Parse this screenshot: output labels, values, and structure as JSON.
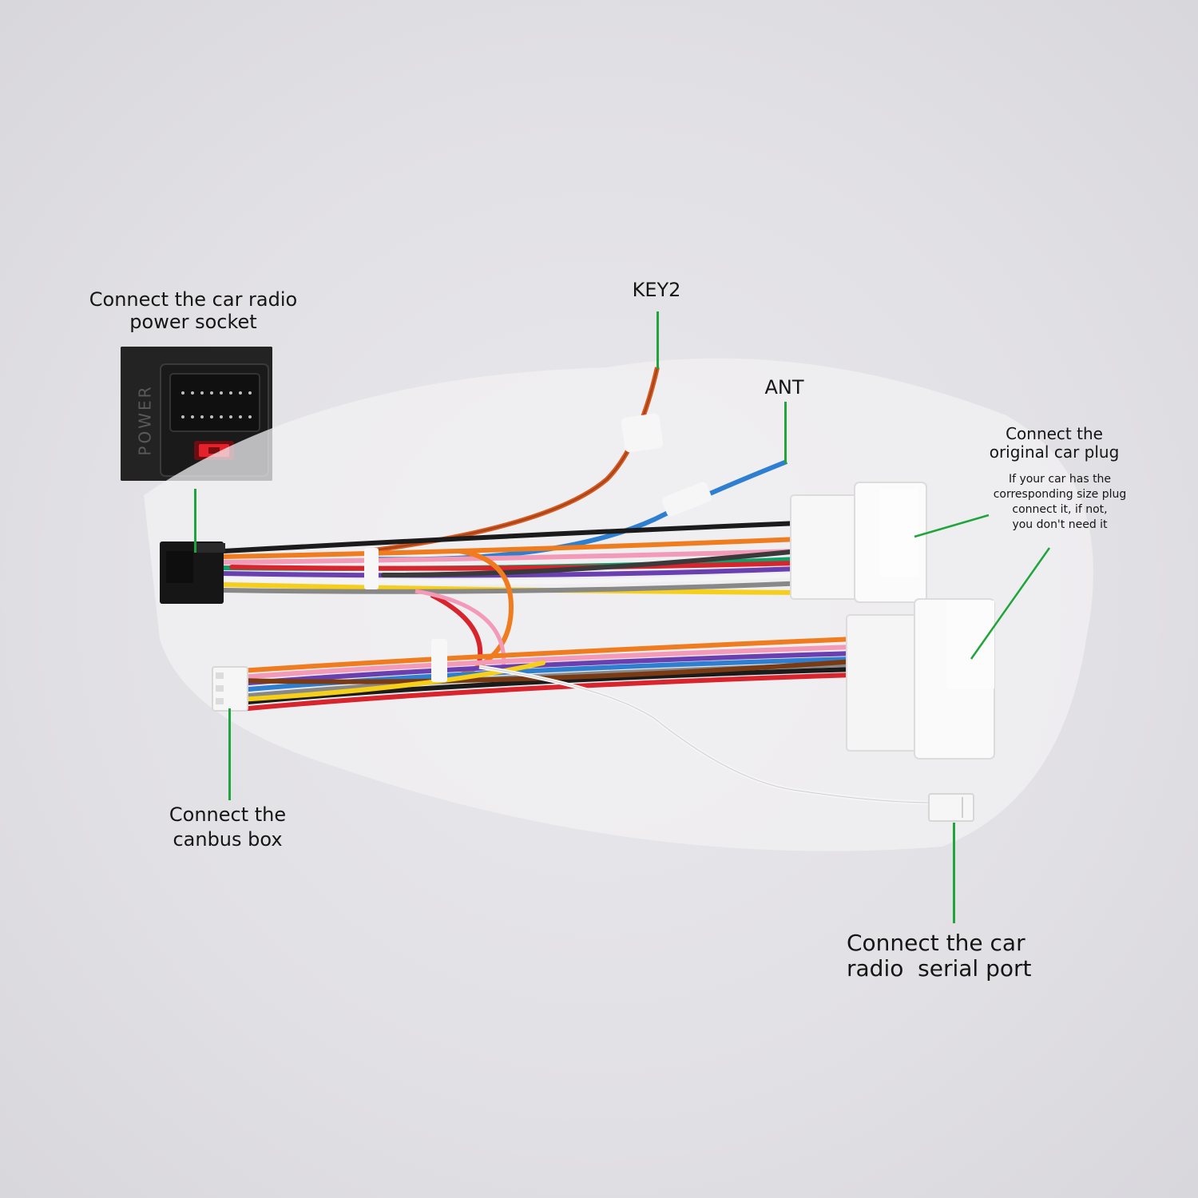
{
  "labels": {
    "power_socket": [
      "Connect the car radio",
      "power socket"
    ],
    "key2": "KEY2",
    "ant": "ANT",
    "original_plug": [
      "Connect the",
      "original car plug"
    ],
    "original_plug_note": [
      "If your car has the",
      "corresponding size plug",
      "connect it, if not,",
      "you don't need it"
    ],
    "canbus": [
      "Connect the",
      "canbus box"
    ],
    "serial_port": [
      "Connect the car",
      "radio  serial port"
    ]
  },
  "inset": {
    "socket_marking": "POWER"
  },
  "colors": {
    "leader_line": "#1fa53b",
    "background": "#e3e2e6",
    "wire_orange": "#ef7d1f",
    "wire_blue": "#2f7fd0",
    "wire_red": "#d8242c",
    "wire_green": "#12a06a",
    "wire_purple": "#6a3fb0",
    "wire_yellow": "#f5cf19",
    "wire_black": "#1b1b1b",
    "wire_white": "#f4f4f4",
    "wire_grey": "#888888",
    "wire_pink": "#f39ab8",
    "wire_brown": "#7a3b14"
  }
}
